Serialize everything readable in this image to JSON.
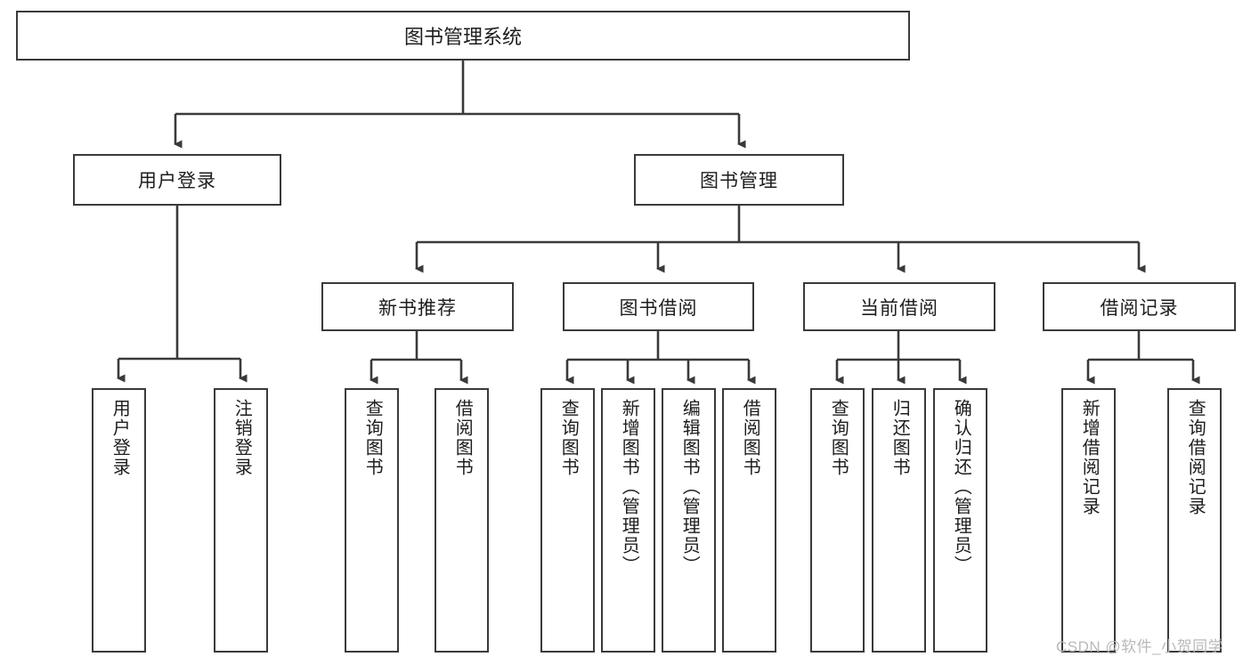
{
  "diagram": {
    "title": "图书管理系统",
    "type": "hierarchy-tree",
    "root": {
      "label": "图书管理系统"
    },
    "level1": [
      {
        "label": "用户登录"
      },
      {
        "label": "图书管理"
      }
    ],
    "level2": [
      {
        "label": "新书推荐"
      },
      {
        "label": "图书借阅"
      },
      {
        "label": "当前借阅"
      },
      {
        "label": "借阅记录"
      }
    ],
    "leaves": {
      "user_login": [
        {
          "label": "用户登录"
        },
        {
          "label": "注销登录"
        }
      ],
      "new_book_recommend": [
        {
          "label": "查询图书"
        },
        {
          "label": "借阅图书"
        }
      ],
      "book_borrow": [
        {
          "label": "查询图书"
        },
        {
          "label": "新增图书（管理员）"
        },
        {
          "label": "编辑图书（管理员）"
        },
        {
          "label": "借阅图书"
        }
      ],
      "current_borrow": [
        {
          "label": "查询图书"
        },
        {
          "label": "归还图书"
        },
        {
          "label": "确认归还（管理员）"
        }
      ],
      "borrow_record": [
        {
          "label": "新增借阅记录"
        },
        {
          "label": "查询借阅记录"
        }
      ]
    }
  },
  "watermark": {
    "text": "CSDN @软件_小贺同学"
  },
  "colors": {
    "box_border": "#3a3a3a",
    "box_fill": "#ffffff",
    "line": "#3a3a3a",
    "text": "#1d1d1d",
    "watermark": "#b9b9b9"
  }
}
